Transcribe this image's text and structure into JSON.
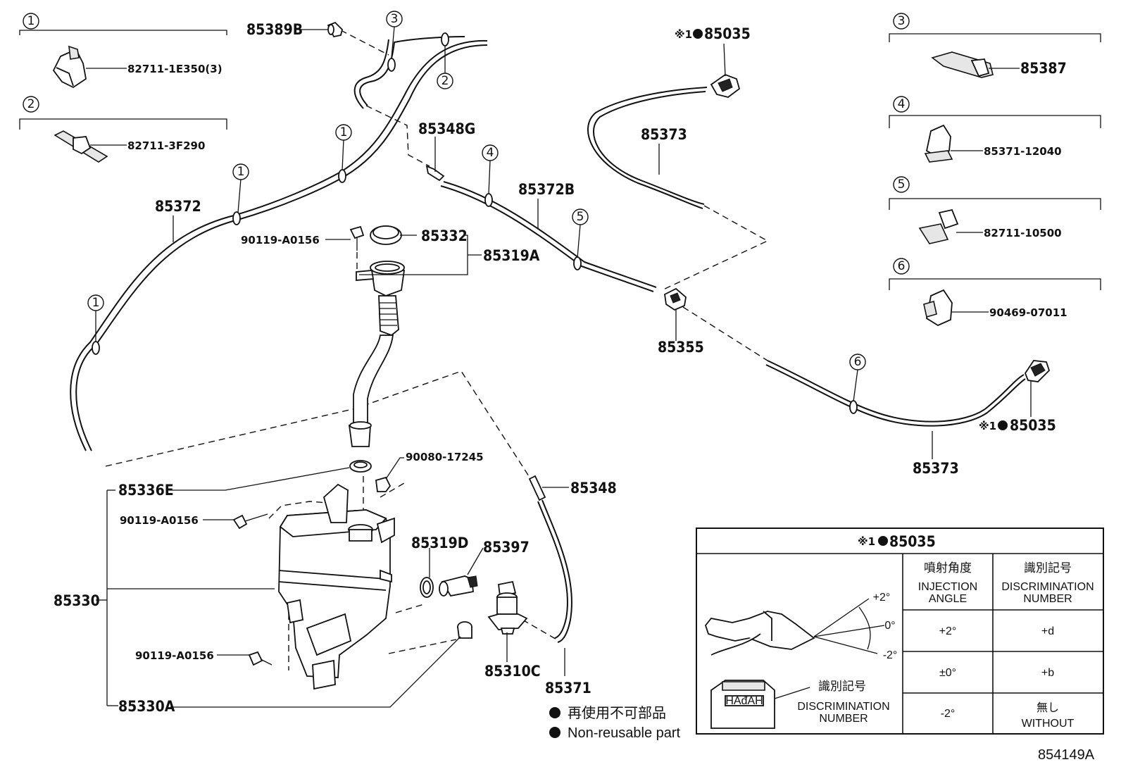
{
  "diagram_id": "854149A",
  "callouts": [
    "1",
    "2",
    "3",
    "4",
    "5",
    "6"
  ],
  "part_numbers": {
    "p85389B": "85389B",
    "p85372": "85372",
    "p85348G": "85348G",
    "p85372B": "85372B",
    "p85373_upper": "85373",
    "p85373_lower": "85373",
    "p85355": "85355",
    "p90119_top": "90119-A0156",
    "p85332": "85332",
    "p85319A": "85319A",
    "p90080": "90080-17245",
    "p85336E": "85336E",
    "p85348": "85348",
    "p90119_mid": "90119-A0156",
    "p85319D": "85319D",
    "p85397": "85397",
    "p85330": "85330",
    "p90119_low": "90119-A0156",
    "p85310C": "85310C",
    "p85371": "85371",
    "p85330A": "85330A"
  },
  "nozzle_labels": {
    "top_prefix": "※1",
    "top": "85035",
    "right_prefix": "※1",
    "right": "85035"
  },
  "clip_legend": [
    {
      "no": "1",
      "part": "82711-1E350(3)"
    },
    {
      "no": "2",
      "part": "82711-3F290"
    },
    {
      "no": "3",
      "part": "85387"
    },
    {
      "no": "4",
      "part": "85371-12040"
    },
    {
      "no": "5",
      "part": "82711-10500"
    },
    {
      "no": "6",
      "part": "90469-07011"
    }
  ],
  "legend": {
    "mark_jp": "再使用不可部品",
    "mark_en": "Non-reusable part"
  },
  "table": {
    "title_prefix": "※1",
    "title": "85035",
    "col1_jp": "噴射角度",
    "col1_en_1": "INJECTION",
    "col1_en_2": "ANGLE",
    "col2_jp": "識別記号",
    "col2_en_1": "DISCRIMINATION",
    "col2_en_2": "NUMBER",
    "angle_plus": "+2°",
    "angle_zero": "0°",
    "angle_minus": "-2°",
    "id_jp": "識別記号",
    "id_en_1": "DISCRIMINATION",
    "id_en_2": "NUMBER",
    "connector_mark": "HAđAH",
    "rows": [
      {
        "angle": "+2°",
        "mark": "+d",
        "mark2": ""
      },
      {
        "angle": "±0°",
        "mark": "+b",
        "mark2": ""
      },
      {
        "angle": "-2°",
        "mark": "無し",
        "mark2": "WITHOUT"
      }
    ]
  }
}
